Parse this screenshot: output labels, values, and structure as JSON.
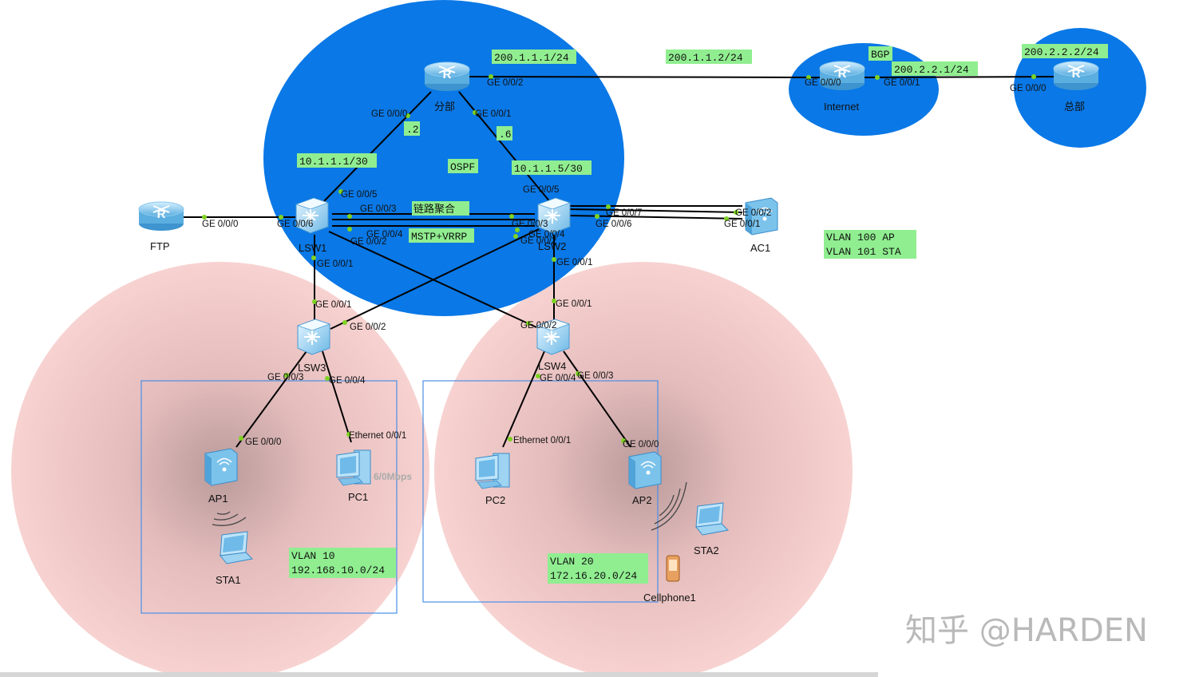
{
  "devices": {
    "branch": "分部",
    "internet": "Internet",
    "hq": "总部",
    "ftp": "FTP",
    "lsw1": "LSW1",
    "lsw2": "LSW2",
    "lsw3": "LSW3",
    "lsw4": "LSW4",
    "ac1": "AC1",
    "ap1": "AP1",
    "ap2": "AP2",
    "pc1": "PC1",
    "pc2": "PC2",
    "sta1": "STA1",
    "sta2": "STA2",
    "cellphone1": "Cellphone1",
    "router_glyph": "R"
  },
  "ports": {
    "branch_ge002": "GE 0/0/2",
    "branch_ge000": "GE 0/0/0",
    "branch_ge001": "GE 0/0/1",
    "inet_ge000": "GE 0/0/0",
    "inet_ge001": "GE 0/0/1",
    "hq_ge000": "GE 0/0/0",
    "ftp_ge000": "GE 0/0/0",
    "lsw1_ge006": "GE 0/0/6",
    "lsw1_ge005": "GE 0/0/5",
    "lsw1_ge003": "GE 0/0/3",
    "lsw1_ge004": "GE 0/0/4",
    "lsw1_ge002": "GE 0/0/2",
    "lsw1_ge001": "GE 0/0/1",
    "lsw2_ge005": "GE 0/0/5",
    "lsw2_ge003": "GE 0/0/3",
    "lsw2_ge004": "GE 0/0/4",
    "lsw2_ge002": "GE 0/0/2",
    "lsw2_ge007": "GE 0/0/7",
    "lsw2_ge006": "GE 0/0/6",
    "lsw2_ge001": "GE 0/0/1",
    "ac1_ge002": "GE 0/0/2",
    "ac1_ge001": "GE 0/0/1",
    "lsw3_ge001": "GE 0/0/1",
    "lsw3_ge002": "GE 0/0/2",
    "lsw3_ge003": "GE 0/0/3",
    "lsw3_ge004": "GE 0/0/4",
    "lsw4_ge001": "GE 0/0/1",
    "lsw4_ge002": "GE 0/0/2",
    "lsw4_ge004": "GE 0/0/4",
    "lsw4_ge003": "GE 0/0/3",
    "ap1_ge000": "GE 0/0/0",
    "pc1_eth": "Ethernet 0/0/1",
    "pc2_eth": "Ethernet 0/0/1",
    "ap2_ge000": "GE 0/0/0"
  },
  "labels": {
    "ip_branch_out": "200.1.1.1/24",
    "ip_inet_in": "200.1.1.2/24",
    "bgp": "BGP",
    "ip_inet_out": "200.2.2.1/24",
    "ip_hq": "200.2.2.2/24",
    "dot2": ".2",
    "dot6": ".6",
    "net_left": "10.1.1.1/30",
    "ospf": "OSPF",
    "net_right": "10.1.1.5/30",
    "link_agg": "链路聚合",
    "mstp_vrrp": "MSTP+VRRP",
    "vlan100_line": "VLAN 100   AP",
    "vlan101_line": "VLAN 101  STA",
    "vlan10_l1": "VLAN 10",
    "vlan10_l2": "192.168.10.0/24",
    "vlan20_l1": "VLAN 20",
    "vlan20_l2": "172.16.20.0/24",
    "pc1_speed": "6/0Mbps"
  },
  "watermark": "知乎 @HARDEN",
  "colors": {
    "ospf_area": "#0a78e6",
    "wlan_area": "#f4cccc",
    "label_box": "#90ee90",
    "port_dot": "#7ed321",
    "link": "#000000",
    "frame": "#4a8fe7"
  }
}
